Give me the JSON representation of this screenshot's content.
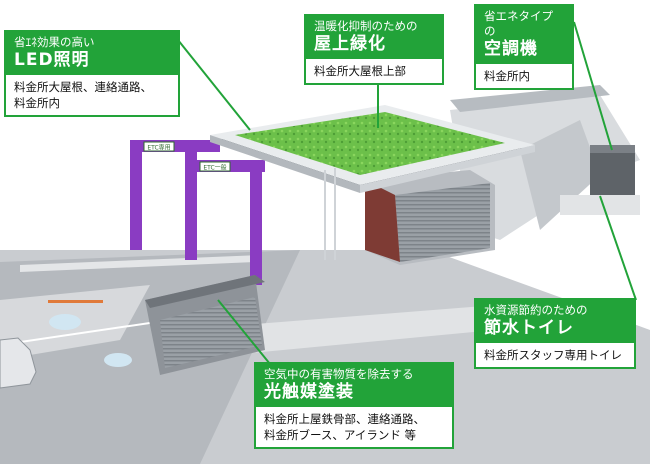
{
  "colors": {
    "accent": "#22a339",
    "lane_gantry": "#8a3cc2",
    "roof_green": "#6cc04a"
  },
  "callouts": {
    "led": {
      "sub": "省ｴﾈ効果の高い",
      "main": "LED照明",
      "lines": [
        "料金所大屋根、連絡通路、",
        "料金所内"
      ]
    },
    "roof": {
      "sub": "温暖化抑制のための",
      "main": "屋上緑化",
      "lines": [
        "料金所大屋根上部"
      ]
    },
    "aircon": {
      "sub": "省エネタイプの",
      "main": "空調機",
      "lines": [
        "料金所内"
      ]
    },
    "toilet": {
      "sub": "水資源節約のための",
      "main": "節水トイレ",
      "lines": [
        "料金所スタッフ専用トイレ"
      ]
    },
    "photocat": {
      "sub": "空気中の有害物質を除去する",
      "main": "光触媒塗装",
      "lines": [
        "料金所上屋鉄骨部、連絡通路、",
        "料金所ブース、アイランド 等"
      ]
    }
  },
  "signs": {
    "etc_left": "ETC専用",
    "etc_right": "ETC一般"
  }
}
